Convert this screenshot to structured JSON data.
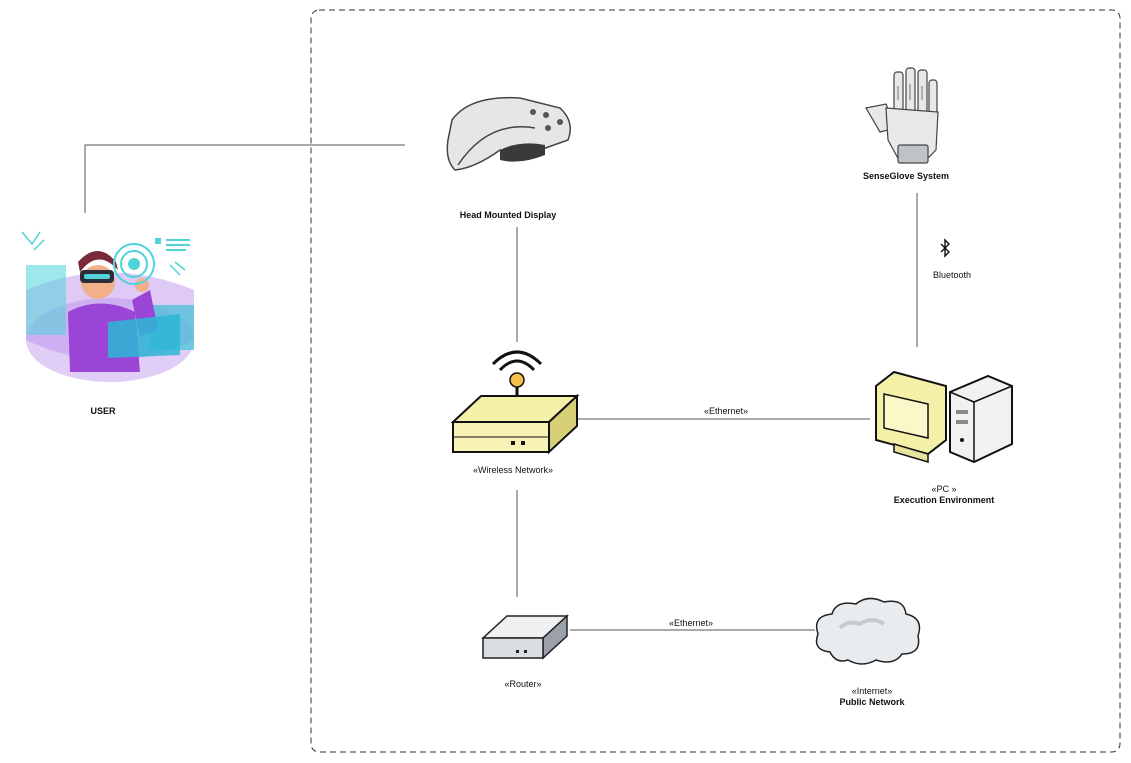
{
  "nodes": {
    "user": {
      "label": "USER"
    },
    "hmd": {
      "label": "Head Mounted Display"
    },
    "glove": {
      "label": "SenseGlove System"
    },
    "wireless": {
      "stereotype": "«Wireless Network»"
    },
    "pc": {
      "stereotype": "«PC »",
      "label": "Execution Environment"
    },
    "router": {
      "stereotype": "«Router»"
    },
    "internet": {
      "stereotype": "«Internet»",
      "label": "Public Network"
    }
  },
  "connections": {
    "bluetooth": {
      "label": "Bluetooth"
    },
    "wireless_pc": {
      "label": "«Ethernet»"
    },
    "router_internet": {
      "label": "«Ethernet»"
    }
  },
  "colors": {
    "boundary": "#333333",
    "line": "#555555",
    "device_yellow": "#f4f0a8",
    "device_gray": "#d9dde2",
    "user_purple": "#9b45d6",
    "user_teal": "#4fd3d9"
  }
}
